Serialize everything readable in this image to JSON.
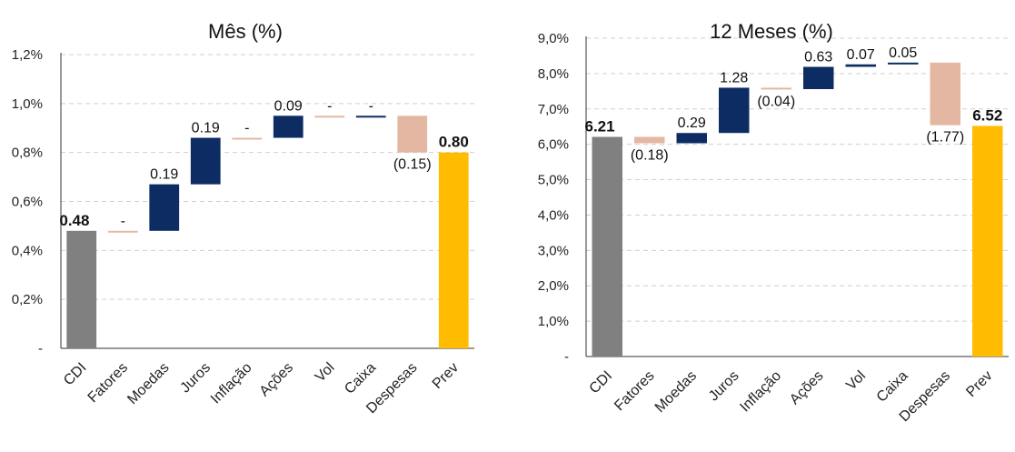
{
  "colors": {
    "base": "#808080",
    "positive": "#0d2c63",
    "negative": "#e4b7a2",
    "total": "#ffbc00",
    "grid": "#d0d0d0",
    "axis": "#333333"
  },
  "chart_data": [
    {
      "type": "bar",
      "subtype": "waterfall",
      "title": "Mês (%)",
      "ylim": [
        0,
        1.2
      ],
      "yticks": [
        0,
        0.2,
        0.4,
        0.6,
        0.8,
        1.0,
        1.2
      ],
      "ytick_labels": [
        "-",
        "0,2%",
        "0,4%",
        "0,6%",
        "0,8%",
        "1,0%",
        "1,2%"
      ],
      "grid": true,
      "categories": [
        "CDI",
        "Fatores",
        "Moedas",
        "Juros",
        "Inflação",
        "Ações",
        "Vol",
        "Caixa",
        "Despesas",
        "Prev"
      ],
      "values": [
        0.48,
        0,
        0.19,
        0.19,
        0,
        0.09,
        0,
        0,
        -0.15,
        0.8
      ],
      "kinds": [
        "base",
        "negative",
        "positive",
        "positive",
        "negative",
        "positive",
        "negative",
        "positive",
        "negative",
        "total"
      ],
      "data_labels": [
        "0.48",
        "-",
        "0.19",
        "0.19",
        "-",
        "0.09",
        "-",
        "-",
        "(0.15)",
        "0.80"
      ]
    },
    {
      "type": "bar",
      "subtype": "waterfall",
      "title": "12 Meses (%)",
      "ylim": [
        0,
        9.0
      ],
      "yticks": [
        0,
        1,
        2,
        3,
        4,
        5,
        6,
        7,
        8,
        9
      ],
      "ytick_labels": [
        "-",
        "1,0%",
        "2,0%",
        "3,0%",
        "4,0%",
        "5,0%",
        "6,0%",
        "7,0%",
        "8,0%",
        "9,0%"
      ],
      "grid": true,
      "categories": [
        "CDI",
        "Fatores",
        "Moedas",
        "Juros",
        "Inflação",
        "Ações",
        "Vol",
        "Caixa",
        "Despesas",
        "Prev"
      ],
      "values": [
        6.21,
        -0.18,
        0.29,
        1.28,
        -0.04,
        0.63,
        0.07,
        0.05,
        -1.77,
        6.52
      ],
      "kinds": [
        "base",
        "negative",
        "positive",
        "positive",
        "negative",
        "positive",
        "positive",
        "positive",
        "negative",
        "total"
      ],
      "data_labels": [
        "6.21",
        "(0.18)",
        "0.29",
        "1.28",
        "(0.04)",
        "0.63",
        "0.07",
        "0.05",
        "(1.77)",
        "6.52"
      ]
    }
  ]
}
